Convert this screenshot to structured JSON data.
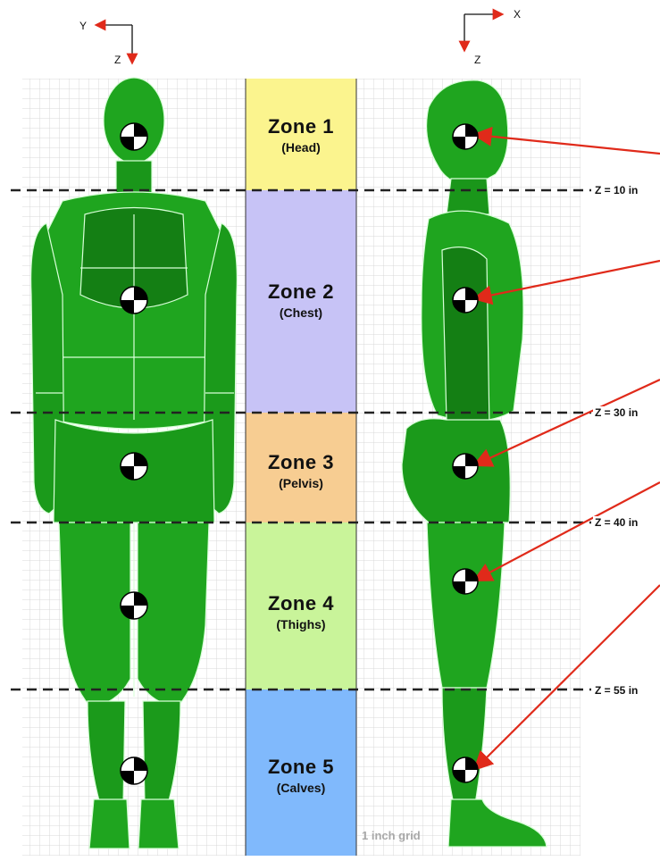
{
  "zones": [
    {
      "name": "Zone 1",
      "sub": "(Head)",
      "color": "#fbf48e"
    },
    {
      "name": "Zone 2",
      "sub": "(Chest)",
      "color": "#c7c3f6"
    },
    {
      "name": "Zone 3",
      "sub": "(Pelvis)",
      "color": "#f7cd92"
    },
    {
      "name": "Zone 4",
      "sub": "(Thighs)",
      "color": "#c9f49a"
    },
    {
      "name": "Zone 5",
      "sub": "(Calves)",
      "color": "#80b9fc"
    }
  ],
  "boundaries": [
    "Z = 10 in",
    "Z = 30 in",
    "Z = 40 in",
    "Z = 55 in"
  ],
  "front_axes": {
    "horizontal": "Y",
    "vertical": "Z"
  },
  "side_axes": {
    "horizontal": "X",
    "vertical": "Z"
  },
  "grid_note": "1 inch grid",
  "colors": {
    "body": "#1fa51f",
    "body_dark": "#117a11",
    "arrow": "#e02a1a",
    "grid": "#d8d8d8"
  }
}
